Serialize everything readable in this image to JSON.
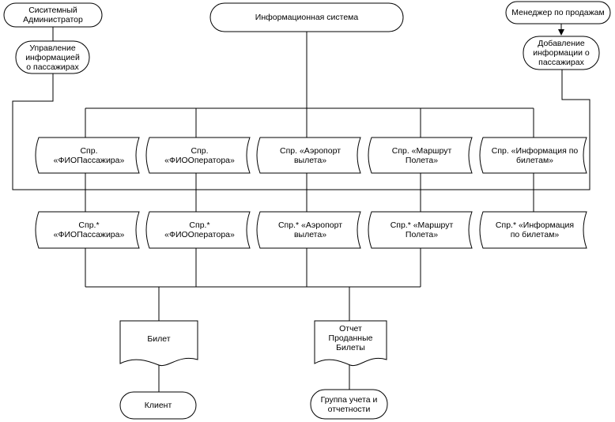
{
  "colors": {
    "stroke": "#000000",
    "fill": "#ffffff",
    "text": "#000000"
  },
  "diagram": {
    "terminators": {
      "admin": "Сиситемный\nАдминистратор",
      "system": "Информационная система",
      "manager": "Менеджер по продажам",
      "client": "Клиент",
      "accounting": "Группа учета и\nотчетности"
    },
    "processes": {
      "manage_info": "Управление\nинформацией\nо пассажирах",
      "add_info": "Добавление\nинформации о\nпассажирах"
    },
    "stores_top": [
      "Спр.\n«ФИОПассажира»",
      "Спр.\n«ФИООператора»",
      "Спр. «Аэропорт\nвылета»",
      "Спр. «Маршрут\nПолета»",
      "Спр. «Информация по\nбилетам»"
    ],
    "stores_bottom": [
      "Спр.*\n«ФИОПассажира»",
      "Спр.*\n«ФИООператора»",
      "Спр.* «Аэропорт\nвылета»",
      "Спр.* «Маршрут\nПолета»",
      "Спр.* «Информация\nпо билетам»"
    ],
    "documents": {
      "ticket": "Билет",
      "report": "Отчет\nПроданные\nБилеты"
    }
  }
}
